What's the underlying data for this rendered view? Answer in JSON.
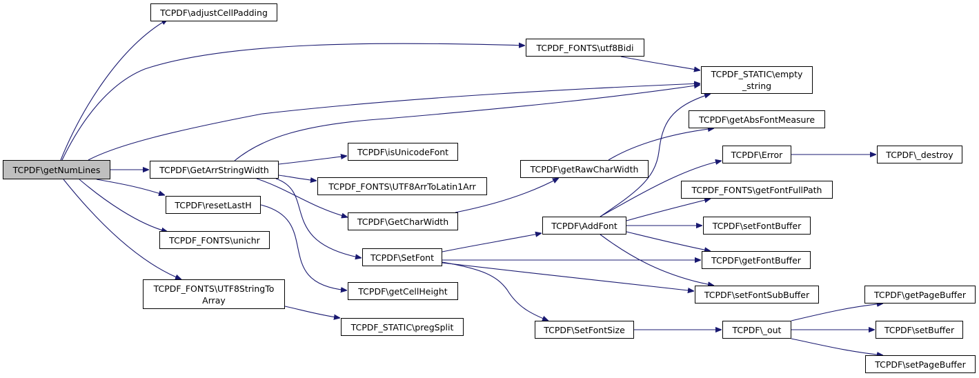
{
  "diagram": {
    "type": "call-graph",
    "colors": {
      "edge": "#191970",
      "node_border": "#000000",
      "node_fill": "#ffffff",
      "root_fill": "#bfbfbf"
    },
    "nodes": [
      {
        "id": "getNumLines",
        "label": "TCPDF\\getNumLines",
        "root": true
      },
      {
        "id": "adjustCellPadding",
        "label": "TCPDF\\adjustCellPadding"
      },
      {
        "id": "utf8Bidi",
        "label": "TCPDF_FONTS\\utf8Bidi"
      },
      {
        "id": "empty_string",
        "label": "TCPDF_STATIC\\empty\n_string"
      },
      {
        "id": "getAbsFontMeasure",
        "label": "TCPDF\\getAbsFontMeasure"
      },
      {
        "id": "GetArrStringWidth",
        "label": "TCPDF\\GetArrStringWidth"
      },
      {
        "id": "isUnicodeFont",
        "label": "TCPDF\\isUnicodeFont"
      },
      {
        "id": "UTF8ArrToLatin1Arr",
        "label": "TCPDF_FONTS\\UTF8ArrToLatin1Arr"
      },
      {
        "id": "Error",
        "label": "TCPDF\\Error"
      },
      {
        "id": "_destroy",
        "label": "TCPDF\\_destroy"
      },
      {
        "id": "getRawCharWidth",
        "label": "TCPDF\\getRawCharWidth"
      },
      {
        "id": "getFontFullPath",
        "label": "TCPDF_FONTS\\getFontFullPath"
      },
      {
        "id": "resetLastH",
        "label": "TCPDF\\resetLastH"
      },
      {
        "id": "GetCharWidth",
        "label": "TCPDF\\GetCharWidth"
      },
      {
        "id": "AddFont",
        "label": "TCPDF\\AddFont"
      },
      {
        "id": "setFontBuffer",
        "label": "TCPDF\\setFontBuffer"
      },
      {
        "id": "unichr",
        "label": "TCPDF_FONTS\\unichr"
      },
      {
        "id": "SetFont",
        "label": "TCPDF\\SetFont"
      },
      {
        "id": "getFontBuffer",
        "label": "TCPDF\\getFontBuffer"
      },
      {
        "id": "UTF8StringToArray",
        "label": "TCPDF_FONTS\\UTF8StringTo\nArray"
      },
      {
        "id": "getCellHeight",
        "label": "TCPDF\\getCellHeight"
      },
      {
        "id": "setFontSubBuffer",
        "label": "TCPDF\\setFontSubBuffer"
      },
      {
        "id": "getPageBuffer",
        "label": "TCPDF\\getPageBuffer"
      },
      {
        "id": "pregSplit",
        "label": "TCPDF_STATIC\\pregSplit"
      },
      {
        "id": "SetFontSize",
        "label": "TCPDF\\SetFontSize"
      },
      {
        "id": "_out",
        "label": "TCPDF\\_out"
      },
      {
        "id": "setBuffer",
        "label": "TCPDF\\setBuffer"
      },
      {
        "id": "setPageBuffer",
        "label": "TCPDF\\setPageBuffer"
      }
    ],
    "edges": [
      {
        "from": "getNumLines",
        "to": "adjustCellPadding"
      },
      {
        "from": "getNumLines",
        "to": "utf8Bidi"
      },
      {
        "from": "getNumLines",
        "to": "empty_string"
      },
      {
        "from": "getNumLines",
        "to": "GetArrStringWidth"
      },
      {
        "from": "getNumLines",
        "to": "resetLastH"
      },
      {
        "from": "getNumLines",
        "to": "unichr"
      },
      {
        "from": "getNumLines",
        "to": "UTF8StringToArray"
      },
      {
        "from": "utf8Bidi",
        "to": "empty_string"
      },
      {
        "from": "GetArrStringWidth",
        "to": "empty_string"
      },
      {
        "from": "GetArrStringWidth",
        "to": "isUnicodeFont"
      },
      {
        "from": "GetArrStringWidth",
        "to": "UTF8ArrToLatin1Arr"
      },
      {
        "from": "GetArrStringWidth",
        "to": "GetCharWidth"
      },
      {
        "from": "GetArrStringWidth",
        "to": "SetFont"
      },
      {
        "from": "resetLastH",
        "to": "getCellHeight"
      },
      {
        "from": "UTF8StringToArray",
        "to": "pregSplit"
      },
      {
        "from": "GetCharWidth",
        "to": "getRawCharWidth"
      },
      {
        "from": "getRawCharWidth",
        "to": "getAbsFontMeasure"
      },
      {
        "from": "SetFont",
        "to": "AddFont"
      },
      {
        "from": "SetFont",
        "to": "getFontBuffer"
      },
      {
        "from": "SetFont",
        "to": "setFontSubBuffer"
      },
      {
        "from": "SetFont",
        "to": "SetFontSize"
      },
      {
        "from": "AddFont",
        "to": "empty_string"
      },
      {
        "from": "AddFont",
        "to": "Error"
      },
      {
        "from": "AddFont",
        "to": "getFontFullPath"
      },
      {
        "from": "AddFont",
        "to": "setFontBuffer"
      },
      {
        "from": "AddFont",
        "to": "getFontBuffer"
      },
      {
        "from": "AddFont",
        "to": "setFontSubBuffer"
      },
      {
        "from": "Error",
        "to": "_destroy"
      },
      {
        "from": "SetFontSize",
        "to": "_out"
      },
      {
        "from": "_out",
        "to": "getPageBuffer"
      },
      {
        "from": "_out",
        "to": "setBuffer"
      },
      {
        "from": "_out",
        "to": "setPageBuffer"
      }
    ]
  }
}
